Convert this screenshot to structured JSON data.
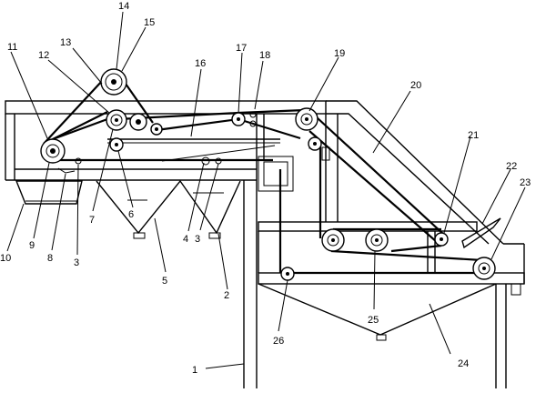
{
  "diagram": {
    "labels": [
      {
        "id": "1",
        "text": "1"
      },
      {
        "id": "2",
        "text": "2"
      },
      {
        "id": "3a",
        "text": "3"
      },
      {
        "id": "3b",
        "text": "3"
      },
      {
        "id": "4",
        "text": "4"
      },
      {
        "id": "5",
        "text": "5"
      },
      {
        "id": "6",
        "text": "6"
      },
      {
        "id": "7",
        "text": "7"
      },
      {
        "id": "8",
        "text": "8"
      },
      {
        "id": "9",
        "text": "9"
      },
      {
        "id": "10",
        "text": "10"
      },
      {
        "id": "11",
        "text": "11"
      },
      {
        "id": "12",
        "text": "12"
      },
      {
        "id": "13",
        "text": "13"
      },
      {
        "id": "14",
        "text": "14"
      },
      {
        "id": "15",
        "text": "15"
      },
      {
        "id": "16",
        "text": "16"
      },
      {
        "id": "17",
        "text": "17"
      },
      {
        "id": "18",
        "text": "18"
      },
      {
        "id": "19",
        "text": "19"
      },
      {
        "id": "20",
        "text": "20"
      },
      {
        "id": "21",
        "text": "21"
      },
      {
        "id": "22",
        "text": "22"
      },
      {
        "id": "23",
        "text": "23"
      },
      {
        "id": "24",
        "text": "24"
      },
      {
        "id": "25",
        "text": "25"
      },
      {
        "id": "26",
        "text": "26"
      }
    ]
  }
}
